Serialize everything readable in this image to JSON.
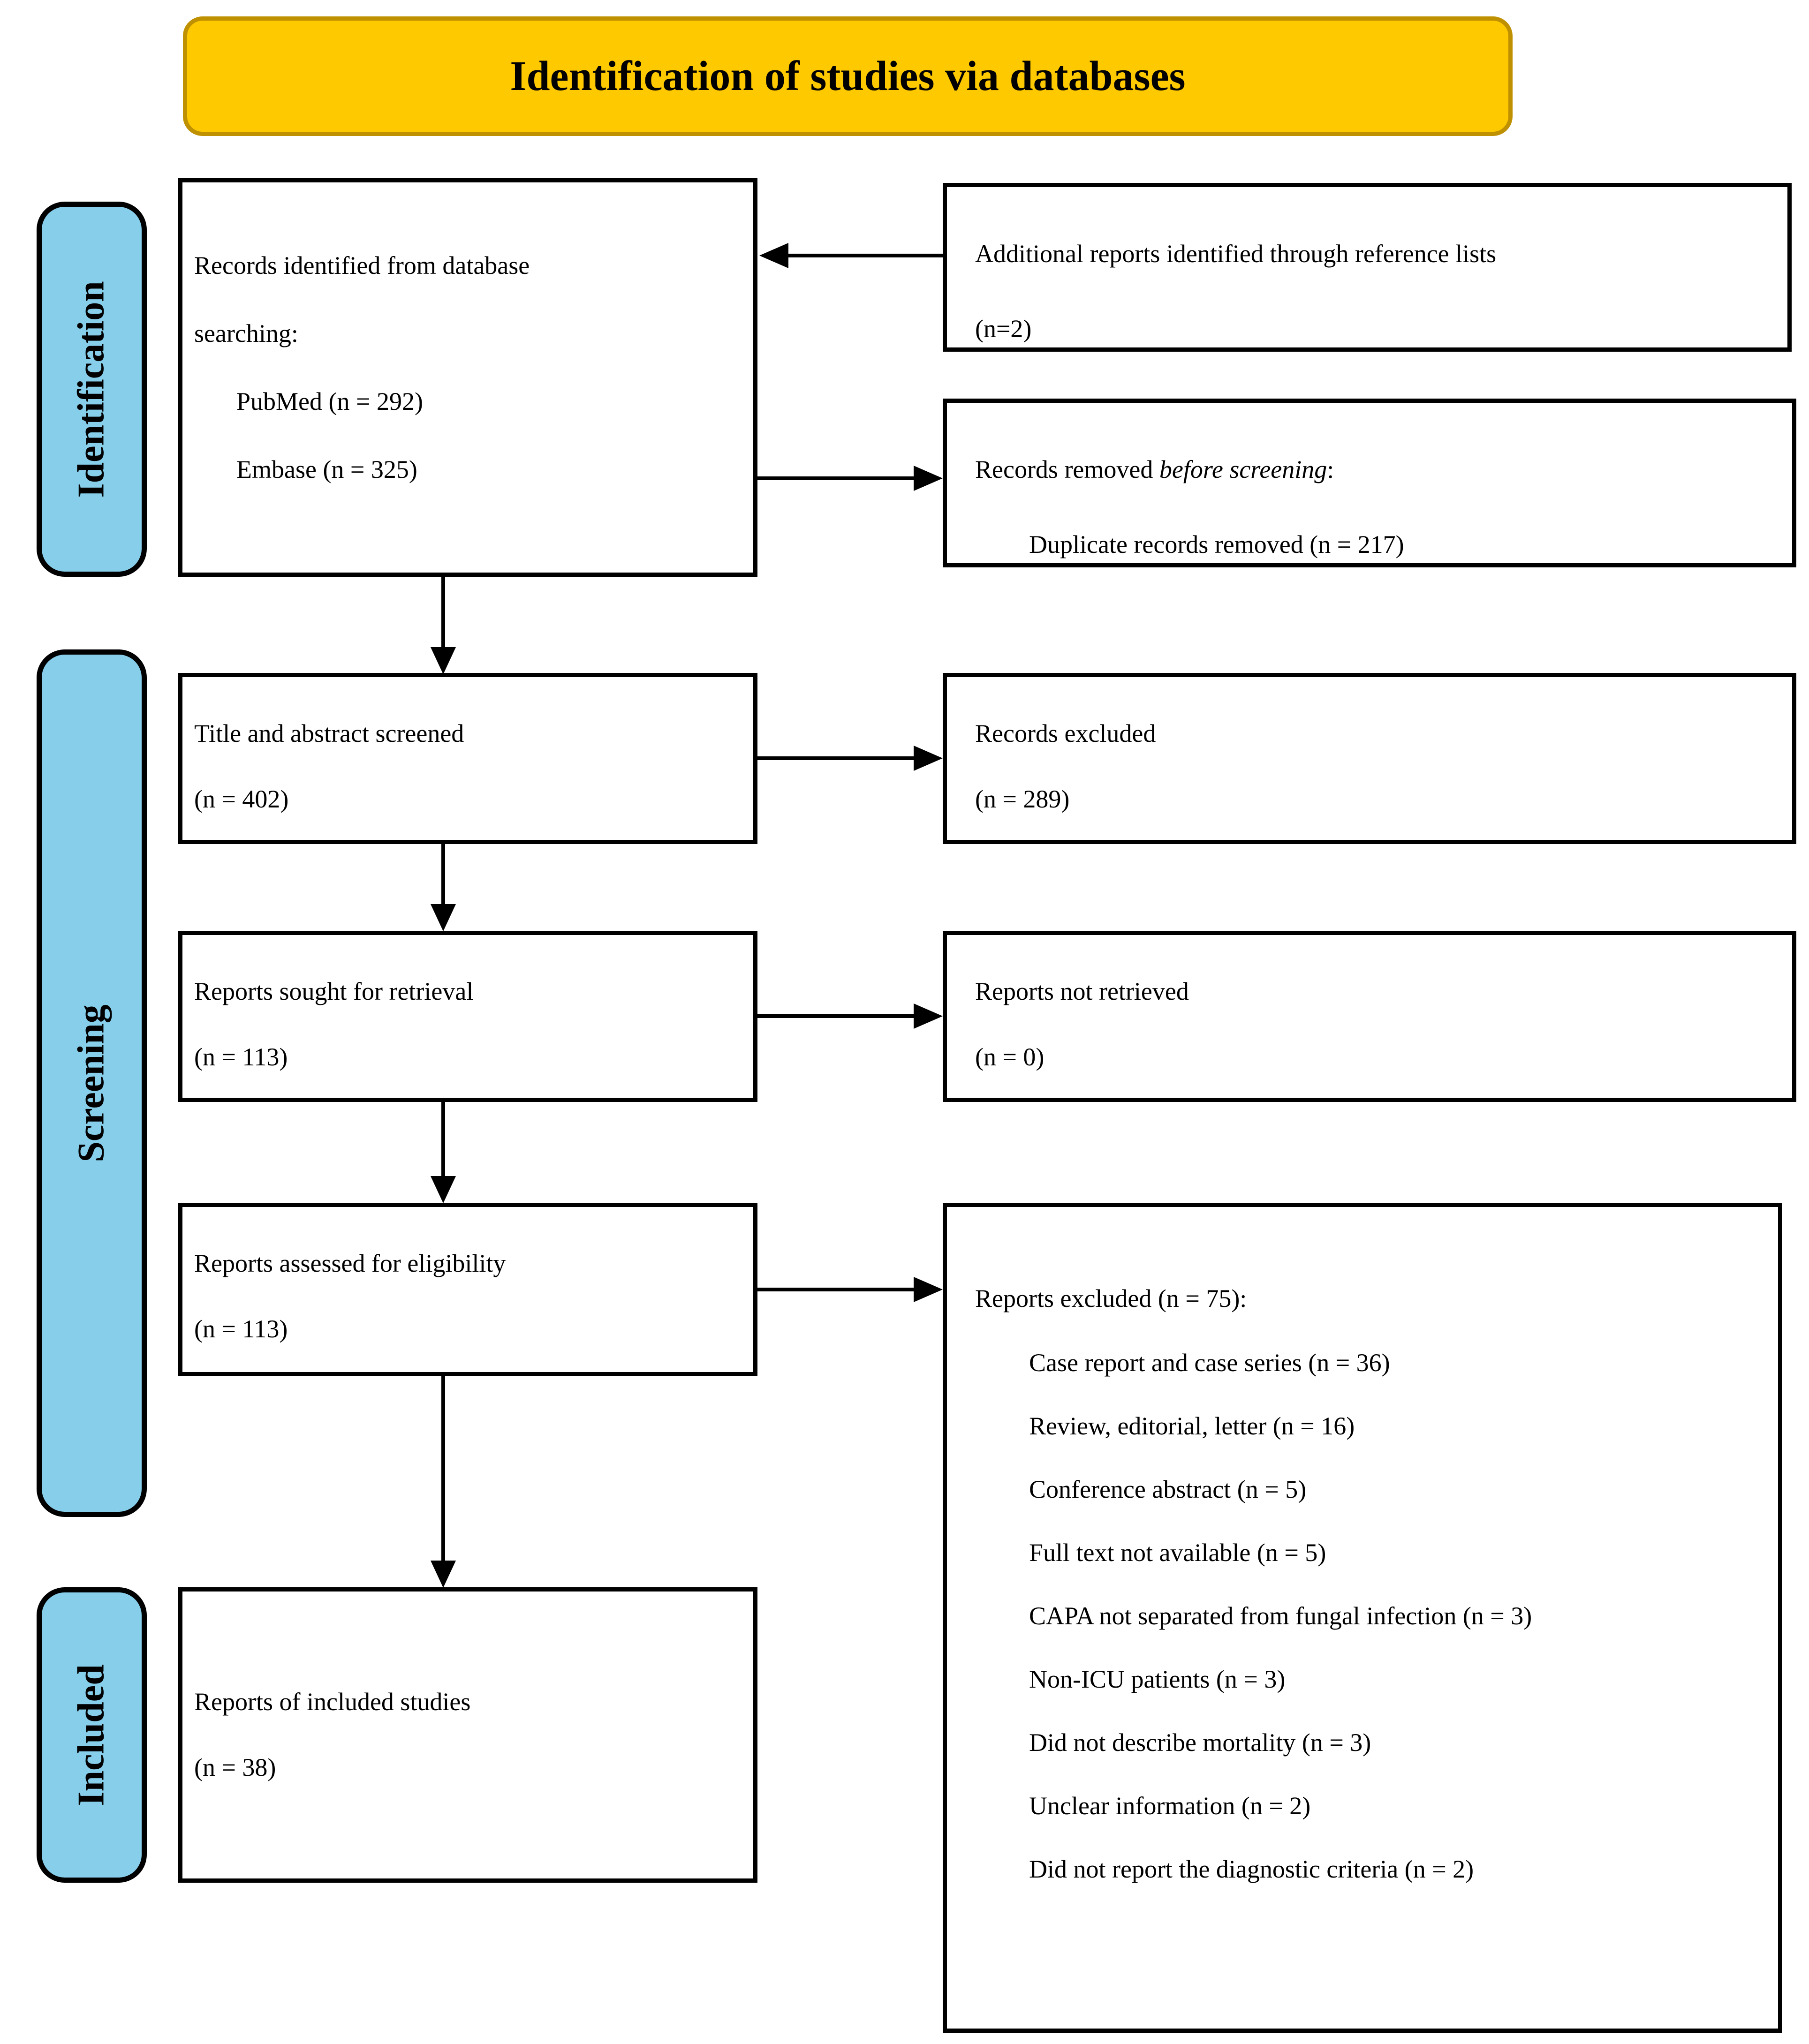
{
  "figure": {
    "title": "Identification of studies via databases"
  },
  "stages": {
    "identification": "Identification",
    "screening": "Screening",
    "included": "Included"
  },
  "colors": {
    "banner_fill": "#FFC900",
    "banner_border": "#BF9000",
    "stage_fill": "#87CEEB",
    "box_border": "#000000",
    "text": "#000000"
  },
  "boxes": {
    "records_identified": {
      "line1": "Records identified from database",
      "line2": "searching:",
      "sub1": "PubMed (n = 292)",
      "sub2": "Embase (n = 325)"
    },
    "additional_reports": {
      "line1": "Additional reports identified through reference lists",
      "line2": "(n=2)"
    },
    "records_removed": {
      "prefix": "Records removed ",
      "italic": "before screening",
      "suffix": ":",
      "sub1": "Duplicate records removed (n = 217)"
    },
    "title_abstract_screened": {
      "line1": "Title and abstract screened",
      "line2": "(n = 402)"
    },
    "records_excluded": {
      "line1": "Records excluded",
      "line2": "(n = 289)"
    },
    "reports_sought": {
      "line1": "Reports sought for retrieval",
      "line2": "(n = 113)"
    },
    "reports_not_retrieved": {
      "line1": "Reports not retrieved",
      "line2": "(n = 0)"
    },
    "reports_assessed": {
      "line1": "Reports assessed for eligibility",
      "line2": "(n = 113)"
    },
    "reports_excluded_full": {
      "header": "Reports excluded (n = 75):",
      "items": [
        "Case report and case series (n = 36)",
        "Review, editorial, letter (n = 16)",
        "Conference abstract (n = 5)",
        "Full text not available (n = 5)",
        "CAPA not separated from fungal infection (n = 3)",
        "Non-ICU patients (n = 3)",
        "Did not describe mortality (n = 3)",
        "Unclear information (n = 2)",
        "Did not report the diagnostic criteria (n = 2)"
      ]
    },
    "included_studies": {
      "line1": "Reports of included studies",
      "line2": "(n = 38)"
    }
  }
}
